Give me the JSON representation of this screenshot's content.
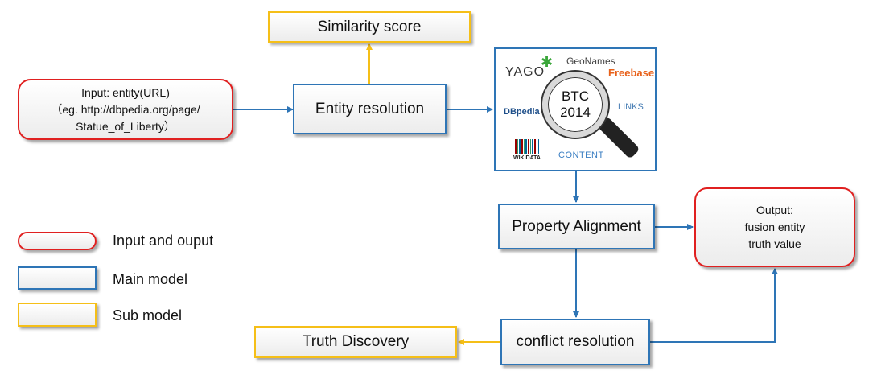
{
  "input_box": {
    "line1": "Input:  entity(URL)",
    "line2": "（eg. http://dbpedia.org/page/",
    "line3": "Statue_of_Liberty）"
  },
  "similarity_score": "Similarity score",
  "entity_resolution": "Entity resolution",
  "knowledge_base": {
    "lens_line1": "BTC",
    "lens_line2": "2014",
    "logos": [
      "YAGO",
      "GeoNames",
      "Freebase",
      "DBpedia",
      "LINKS",
      "WIKIDATA",
      "CONTENT"
    ]
  },
  "property_alignment": "Property Alignment",
  "output_box": {
    "line1": "Output:",
    "line2": "fusion entity",
    "line3": "truth value"
  },
  "conflict_resolution": "conflict resolution",
  "truth_discovery": "Truth Discovery",
  "legend": {
    "io": "Input and ouput",
    "main": "Main model",
    "sub": "Sub model"
  },
  "colors": {
    "io_border": "#e02020",
    "main_border": "#2e75b6",
    "sub_border": "#f5bf18",
    "main_arrow": "#2e75b6",
    "sub_arrow": "#f5bf18"
  }
}
